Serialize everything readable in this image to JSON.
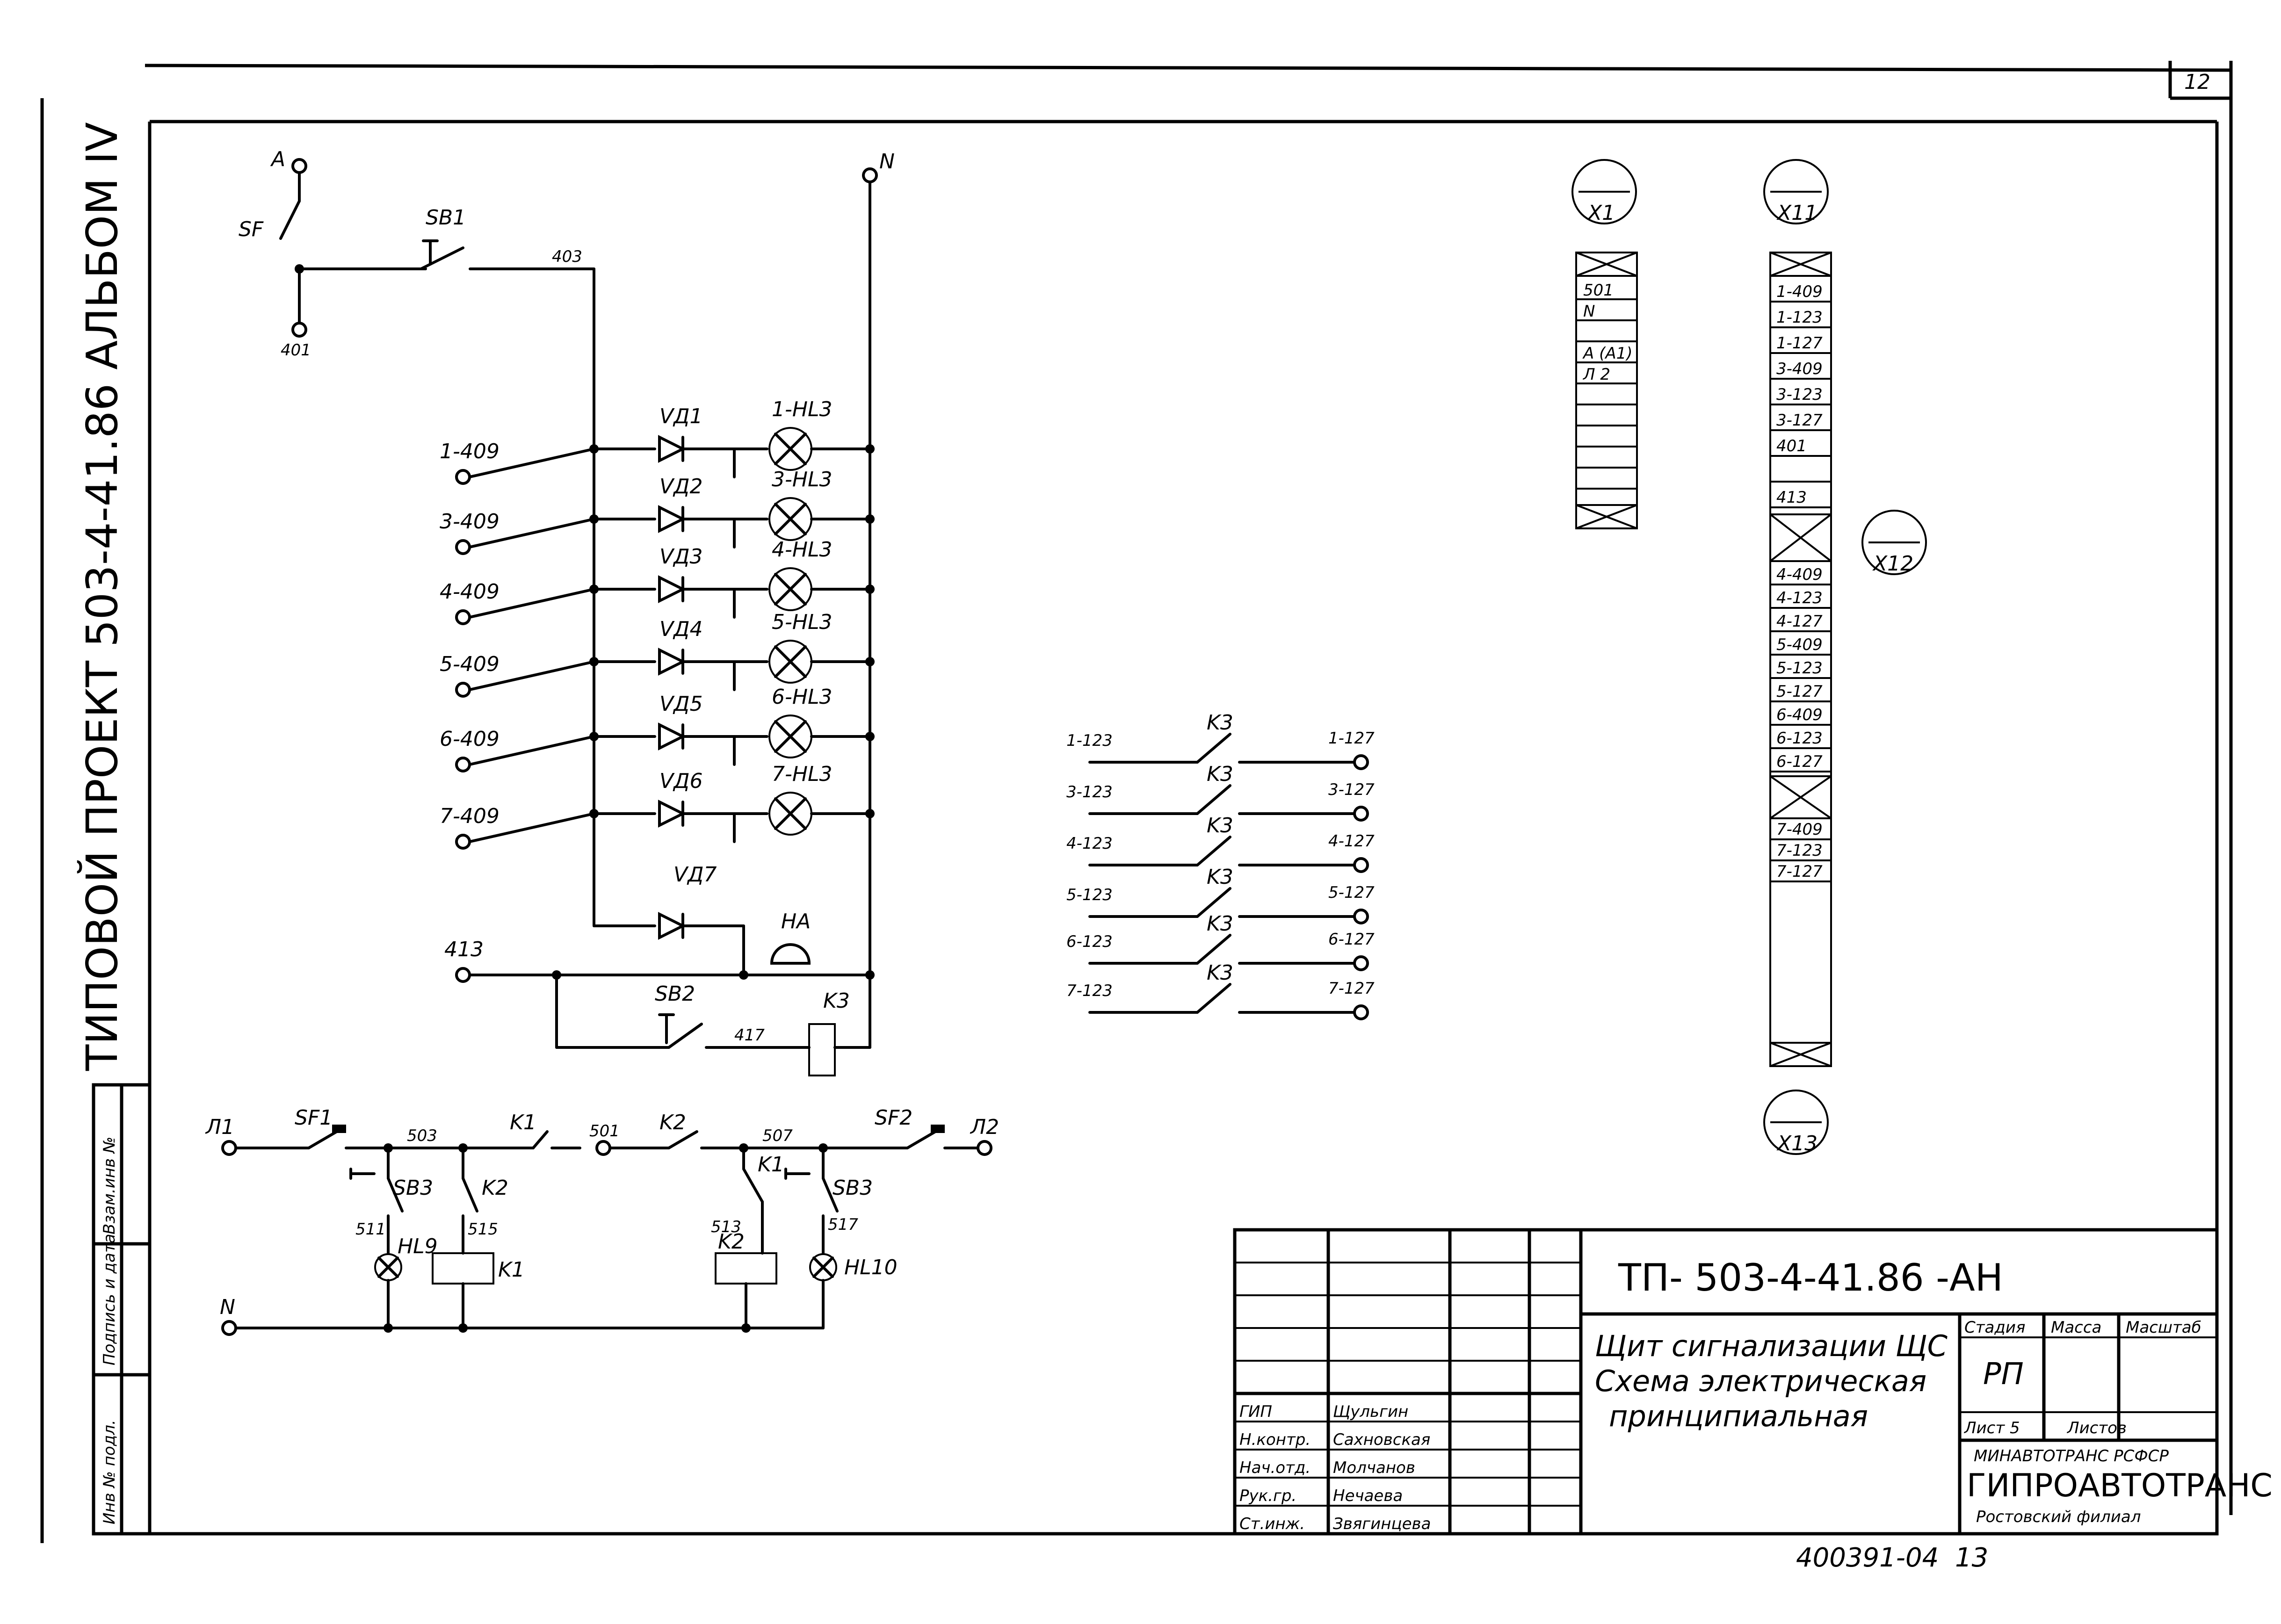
{
  "sheet": {
    "number": "12",
    "album_title": "ТИПОВОЙ ПРОЕКТ 503-4-41.86 АЛЬБОМ IV",
    "side_stamp": [
      "Инв № подл.",
      "Подпись и дата",
      "Взам.инв №"
    ],
    "bottom_code": "400391-04",
    "bottom_page": "13"
  },
  "circuit_top": {
    "phase": "A",
    "neutral": "N",
    "breaker": "SF",
    "button_sb1": "SB1",
    "wire_401": "401",
    "wire_403": "403",
    "rows": [
      {
        "input": "1-409",
        "diode": "VД1",
        "lamp": "1-HL3"
      },
      {
        "input": "3-409",
        "diode": "VД2",
        "lamp": "3-HL3"
      },
      {
        "input": "4-409",
        "diode": "VД3",
        "lamp": "4-HL3"
      },
      {
        "input": "5-409",
        "diode": "VД4",
        "lamp": "5-HL3"
      },
      {
        "input": "6-409",
        "diode": "VД5",
        "lamp": "6-HL3"
      },
      {
        "input": "7-409",
        "diode": "VД6",
        "lamp": "7-HL3"
      }
    ],
    "diode7": "VД7",
    "horn": "HA",
    "input_413": "413",
    "button_sb2": "SB2",
    "wire_417": "417",
    "relay_k3": "K3"
  },
  "contacts_k3": [
    {
      "left": "1-123",
      "label": "K3",
      "right": "1-127"
    },
    {
      "left": "3-123",
      "label": "K3",
      "right": "3-127"
    },
    {
      "left": "4-123",
      "label": "K3",
      "right": "4-127"
    },
    {
      "left": "5-123",
      "label": "K3",
      "right": "5-127"
    },
    {
      "left": "6-123",
      "label": "K3",
      "right": "6-127"
    },
    {
      "left": "7-123",
      "label": "K3",
      "right": "7-127"
    }
  ],
  "circuit_bottom": {
    "l1": "Л1",
    "l2": "Л2",
    "n": "N",
    "sf1": "SF1",
    "sf2": "SF2",
    "w503": "503",
    "w501": "501",
    "w507": "507",
    "k1": "K1",
    "k2": "K2",
    "sb3a": "SB3",
    "sb3b": "SB3",
    "k2c": "K2",
    "k1c": "K1",
    "w511": "511",
    "w515": "515",
    "w513": "513",
    "w517": "517",
    "hl9": "HL9",
    "hl10": "HL10",
    "coil_k1": "K1",
    "coil_k2": "K2"
  },
  "terminal_x1": {
    "id": "X1",
    "cells": [
      "501",
      "N",
      "",
      "A (A1)",
      "Л 2"
    ]
  },
  "terminal_x11": {
    "id": "X11",
    "cells_top": [
      "1-409",
      "1-123",
      "1-127",
      "3-409",
      "3-123",
      "3-127",
      "401",
      "",
      "413"
    ],
    "cells_bottom": [
      "4-409",
      "4-123",
      "4-127",
      "5-409",
      "5-123",
      "5-127",
      "6-409",
      "6-123",
      "6-127"
    ],
    "cells_last": [
      "7-409",
      "7-123",
      "7-127"
    ]
  },
  "terminal_x12": {
    "id": "X12"
  },
  "terminal_x13": {
    "id": "X13"
  },
  "title_block": {
    "code": "ТП- 503-4-41.86 -АН",
    "title_lines": [
      "Щит сигнализации ЩС",
      "Схема электрическая",
      "принципиальная"
    ],
    "stage_hdr": "Стадия",
    "mass_hdr": "Масса",
    "scale_hdr": "Масштаб",
    "stage": "РП",
    "sheet_label": "Лист 5",
    "sheets_label": "Листов",
    "org_top": "МИНАВТОТРАНС РСФСР",
    "org": "ГИПРОАВТОТРАНС",
    "org_sub": "Ростовский филиал",
    "staff": [
      {
        "role": "ГИП",
        "name": "Щульгин"
      },
      {
        "role": "Н.контр.",
        "name": "Сахновская"
      },
      {
        "role": "Нач.отд.",
        "name": "Молчанов"
      },
      {
        "role": "Рук.гр.",
        "name": "Нечаева"
      },
      {
        "role": "Ст.инж.",
        "name": "Звягинцева"
      }
    ]
  }
}
